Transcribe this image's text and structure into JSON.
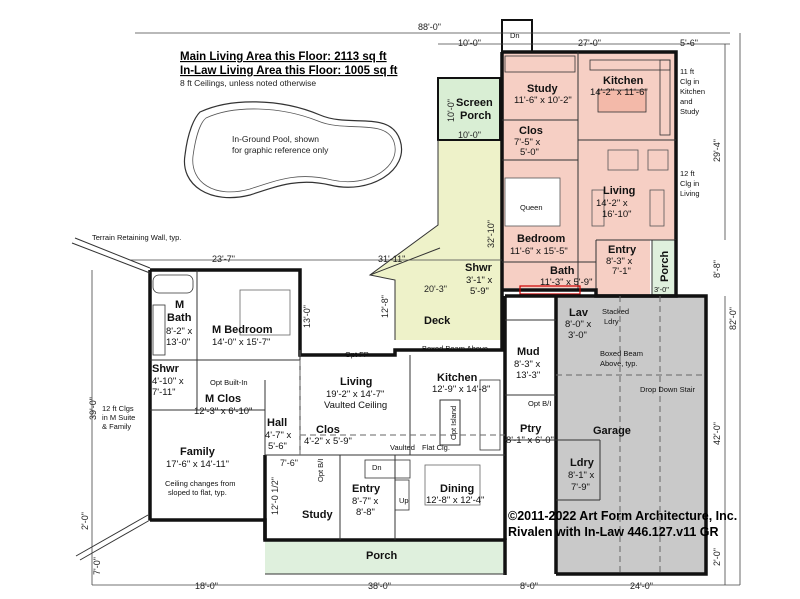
{
  "header": {
    "main_area": "Main Living Area this Floor: 2113 sq ft",
    "inlaw_area": "In-Law Living Area this Floor: 1005 sq ft",
    "ceilings": "8 ft Ceilings, unless noted otherwise"
  },
  "pool": {
    "label_1": "In-Ground Pool, shown",
    "label_2": "for graphic reference only"
  },
  "notes": {
    "retaining_wall": "Terrain Retaining Wall, typ.",
    "kitchen_study_clg_1": "11 ft",
    "kitchen_study_clg_2": "Clg in",
    "kitchen_study_clg_3": "Kitchen",
    "kitchen_study_clg_4": "and",
    "kitchen_study_clg_5": "Study",
    "living_clg_1": "12 ft",
    "living_clg_2": "Clg in",
    "living_clg_3": "Living",
    "msuite_clg_1": "12 ft Clgs",
    "msuite_clg_2": "in M Suite",
    "msuite_clg_3": "& Family",
    "family_clg_1": "Ceiling changes from",
    "family_clg_2": "sloped to flat, typ.",
    "boxed_beam": "Boxed Beam Above",
    "boxed_beam_garage_1": "Boxed Beam",
    "boxed_beam_garage_2": "Above, typ.",
    "stacked_ldry_1": "Stacked",
    "stacked_ldry_2": "Ldry",
    "drop_down_stair": "Drop Down Stair",
    "opt_ff": "Opt FP",
    "opt_builtin": "Opt Built-In",
    "opt_island": "Opt Island",
    "opt_bi": "Opt B/I",
    "opt_bi_2": "Opt B/I",
    "vaulted": "Vaulted",
    "flat_clg": "Flat Clg.",
    "queen": "Queen",
    "dn": "Dn",
    "dn2": "Dn",
    "up": "Up"
  },
  "rooms": {
    "study_top": {
      "name": "Study",
      "size": "11'-6\" x 10'-2\""
    },
    "kitchen_top": {
      "name": "Kitchen",
      "size": "14'-2\" x 11'-6\""
    },
    "clos_top": {
      "name": "Clos",
      "size_1": "7'-5\" x",
      "size_2": "5'-0\""
    },
    "living_top": {
      "name": "Living",
      "size_1": "14'-2\" x",
      "size_2": "16'-10\""
    },
    "bedroom_top": {
      "name": "Bedroom",
      "size": "11'-6\" x 15'-5\""
    },
    "entry_top": {
      "name": "Entry",
      "size_1": "8'-3\" x",
      "size_2": "7'-1\""
    },
    "bath_top": {
      "name": "Bath",
      "size": "11'-3\" x 5'-9\""
    },
    "porch_top": {
      "name": "Porch",
      "size": "3'-0\""
    },
    "screen_porch": {
      "name_1": "Screen",
      "name_2": "Porch",
      "size_w": "10'-0\"",
      "size_h": "10'-0\""
    },
    "shwr_top": {
      "name": "Shwr",
      "size_1": "3'-1\" x",
      "size_2": "5'-9\""
    },
    "deck": {
      "name": "Deck"
    },
    "lav": {
      "name": "Lav",
      "size_1": "8'-0\" x",
      "size_2": "3'-0\""
    },
    "mud": {
      "name": "Mud",
      "size_1": "8'-3\" x",
      "size_2": "13'-3\""
    },
    "m_bath": {
      "name_1": "M",
      "name_2": "Bath",
      "size_1": "8'-2\" x",
      "size_2": "13'-0\""
    },
    "m_bedroom": {
      "name": "M Bedroom",
      "size": "14'-0\" x 15'-7\""
    },
    "m_shwr": {
      "name": "Shwr",
      "size_1": "4'-10\" x",
      "size_2": "7'-11\""
    },
    "m_clos": {
      "name": "M Clos",
      "size": "12'-3\" x 6'-10\""
    },
    "living_main": {
      "name": "Living",
      "size": "19'-2\" x 14'-7\"",
      "note": "Vaulted Ceiling"
    },
    "kitchen_main": {
      "name": "Kitchen",
      "size": "12'-9\" x 14'-8\""
    },
    "hall": {
      "name": "Hall",
      "size_1": "4'-7\" x",
      "size_2": "5'-6\""
    },
    "clos_main": {
      "name": "Clos",
      "size": "4'-2\" x 5'-9\""
    },
    "family": {
      "name": "Family",
      "size": "17'-6\" x 14'-11\""
    },
    "ptry": {
      "name": "Ptry",
      "size": "8'-1\" x 6'-0\""
    },
    "garage": {
      "name": "Garage"
    },
    "ldry": {
      "name": "Ldry",
      "size_1": "8'-1\" x",
      "size_2": "7'-9\""
    },
    "entry_main": {
      "name": "Entry",
      "size_1": "8'-7\" x",
      "size_2": "8'-8\""
    },
    "dining": {
      "name": "Dining",
      "size": "12'-8\" x 12'-4\""
    },
    "study_main": {
      "name": "Study"
    },
    "porch_main": {
      "name": "Porch"
    }
  },
  "dimensions": {
    "top_overall": "88'-0\"",
    "top_a": "10'-0\"",
    "top_b": "27'-0\"",
    "top_c": "5'-6\"",
    "right_a": "29'-4\"",
    "right_b": "8'-8\"",
    "right_c": "82'-0\"",
    "right_d": "42'-0\"",
    "right_e": "2'-0\"",
    "mid_a": "23'-7\"",
    "mid_b": "31'-11\"",
    "deck_w": "20'-3\"",
    "deck_h": "12'-8\"",
    "deck_diag": "32'-10\"",
    "left_a": "39'-0\"",
    "left_b": "2'-0\"",
    "left_c": "7'-0\"",
    "mbed_h": "13'-0\"",
    "hall_w": "7'-6\"",
    "study_h": "12'-0 1/2\"",
    "bot_a": "18'-0\"",
    "bot_b": "38'-0\"",
    "bot_c": "8'-0\"",
    "bot_d": "24'-0\""
  },
  "credit": {
    "line_1": "©2011-2022 Art Form Architecture, Inc.",
    "line_2": "Rivalen with In-Law 446.127.v11 GR"
  },
  "colors": {
    "inlaw_fill": "#f6cfc4",
    "deck_fill": "#eef2c9",
    "screen_porch_fill": "#d9eed4",
    "garage_fill": "#c9c9c9",
    "porch_fill": "#dff0dd"
  }
}
